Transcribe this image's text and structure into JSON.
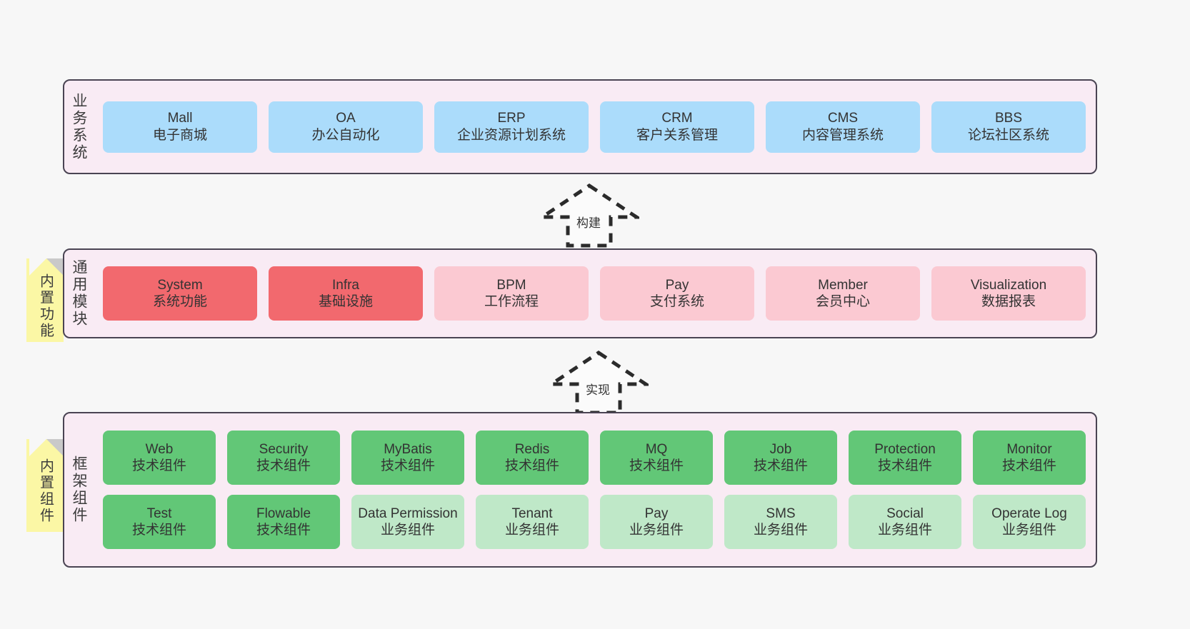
{
  "diagram": {
    "background_color": "#f7f7f7",
    "panel_background": "#f9ebf4",
    "panel_border": "#4a4453",
    "sticky_color": "#fbf7a5"
  },
  "layers": {
    "business": {
      "title": "业务系统",
      "card_color": "#abdcfb",
      "cards": [
        {
          "name": "Mall",
          "desc": "电子商城"
        },
        {
          "name": "OA",
          "desc": "办公自动化"
        },
        {
          "name": "ERP",
          "desc": "企业资源计划系统"
        },
        {
          "name": "CRM",
          "desc": "客户关系管理"
        },
        {
          "name": "CMS",
          "desc": "内容管理系统"
        },
        {
          "name": "BBS",
          "desc": "论坛社区系统"
        }
      ]
    },
    "modules": {
      "title": "通用模块",
      "sticky_label": "内置功能",
      "card_color_strong": "#f2696e",
      "card_color_light": "#fbc9d2",
      "cards": [
        {
          "name": "System",
          "desc": "系统功能",
          "tone": "strong"
        },
        {
          "name": "Infra",
          "desc": "基础设施",
          "tone": "strong"
        },
        {
          "name": "BPM",
          "desc": "工作流程",
          "tone": "light"
        },
        {
          "name": "Pay",
          "desc": "支付系统",
          "tone": "light"
        },
        {
          "name": "Member",
          "desc": "会员中心",
          "tone": "light"
        },
        {
          "name": "Visualization",
          "desc": "数据报表",
          "tone": "light"
        }
      ]
    },
    "framework": {
      "title": "框架组件",
      "sticky_label": "内置组件",
      "card_color_strong": "#62c777",
      "card_color_light": "#bfe8c8",
      "row1": [
        {
          "name": "Web",
          "desc": "技术组件",
          "tone": "strong"
        },
        {
          "name": "Security",
          "desc": "技术组件",
          "tone": "strong"
        },
        {
          "name": "MyBatis",
          "desc": "技术组件",
          "tone": "strong"
        },
        {
          "name": "Redis",
          "desc": "技术组件",
          "tone": "strong"
        },
        {
          "name": "MQ",
          "desc": "技术组件",
          "tone": "strong"
        },
        {
          "name": "Job",
          "desc": "技术组件",
          "tone": "strong"
        },
        {
          "name": "Protection",
          "desc": "技术组件",
          "tone": "strong"
        },
        {
          "name": "Monitor",
          "desc": "技术组件",
          "tone": "strong"
        }
      ],
      "row2": [
        {
          "name": "Test",
          "desc": "技术组件",
          "tone": "strong"
        },
        {
          "name": "Flowable",
          "desc": "技术组件",
          "tone": "strong"
        },
        {
          "name": "Data Permission",
          "desc": "业务组件",
          "tone": "light"
        },
        {
          "name": "Tenant",
          "desc": "业务组件",
          "tone": "light"
        },
        {
          "name": "Pay",
          "desc": "业务组件",
          "tone": "light"
        },
        {
          "name": "SMS",
          "desc": "业务组件",
          "tone": "light"
        },
        {
          "name": "Social",
          "desc": "业务组件",
          "tone": "light"
        },
        {
          "name": "Operate Log",
          "desc": "业务组件",
          "tone": "light"
        }
      ]
    }
  },
  "arrows": [
    {
      "id": "build",
      "label": "构建",
      "direction": "up",
      "style": "dashed-block"
    },
    {
      "id": "implement",
      "label": "实现",
      "direction": "up",
      "style": "dashed-block"
    }
  ]
}
